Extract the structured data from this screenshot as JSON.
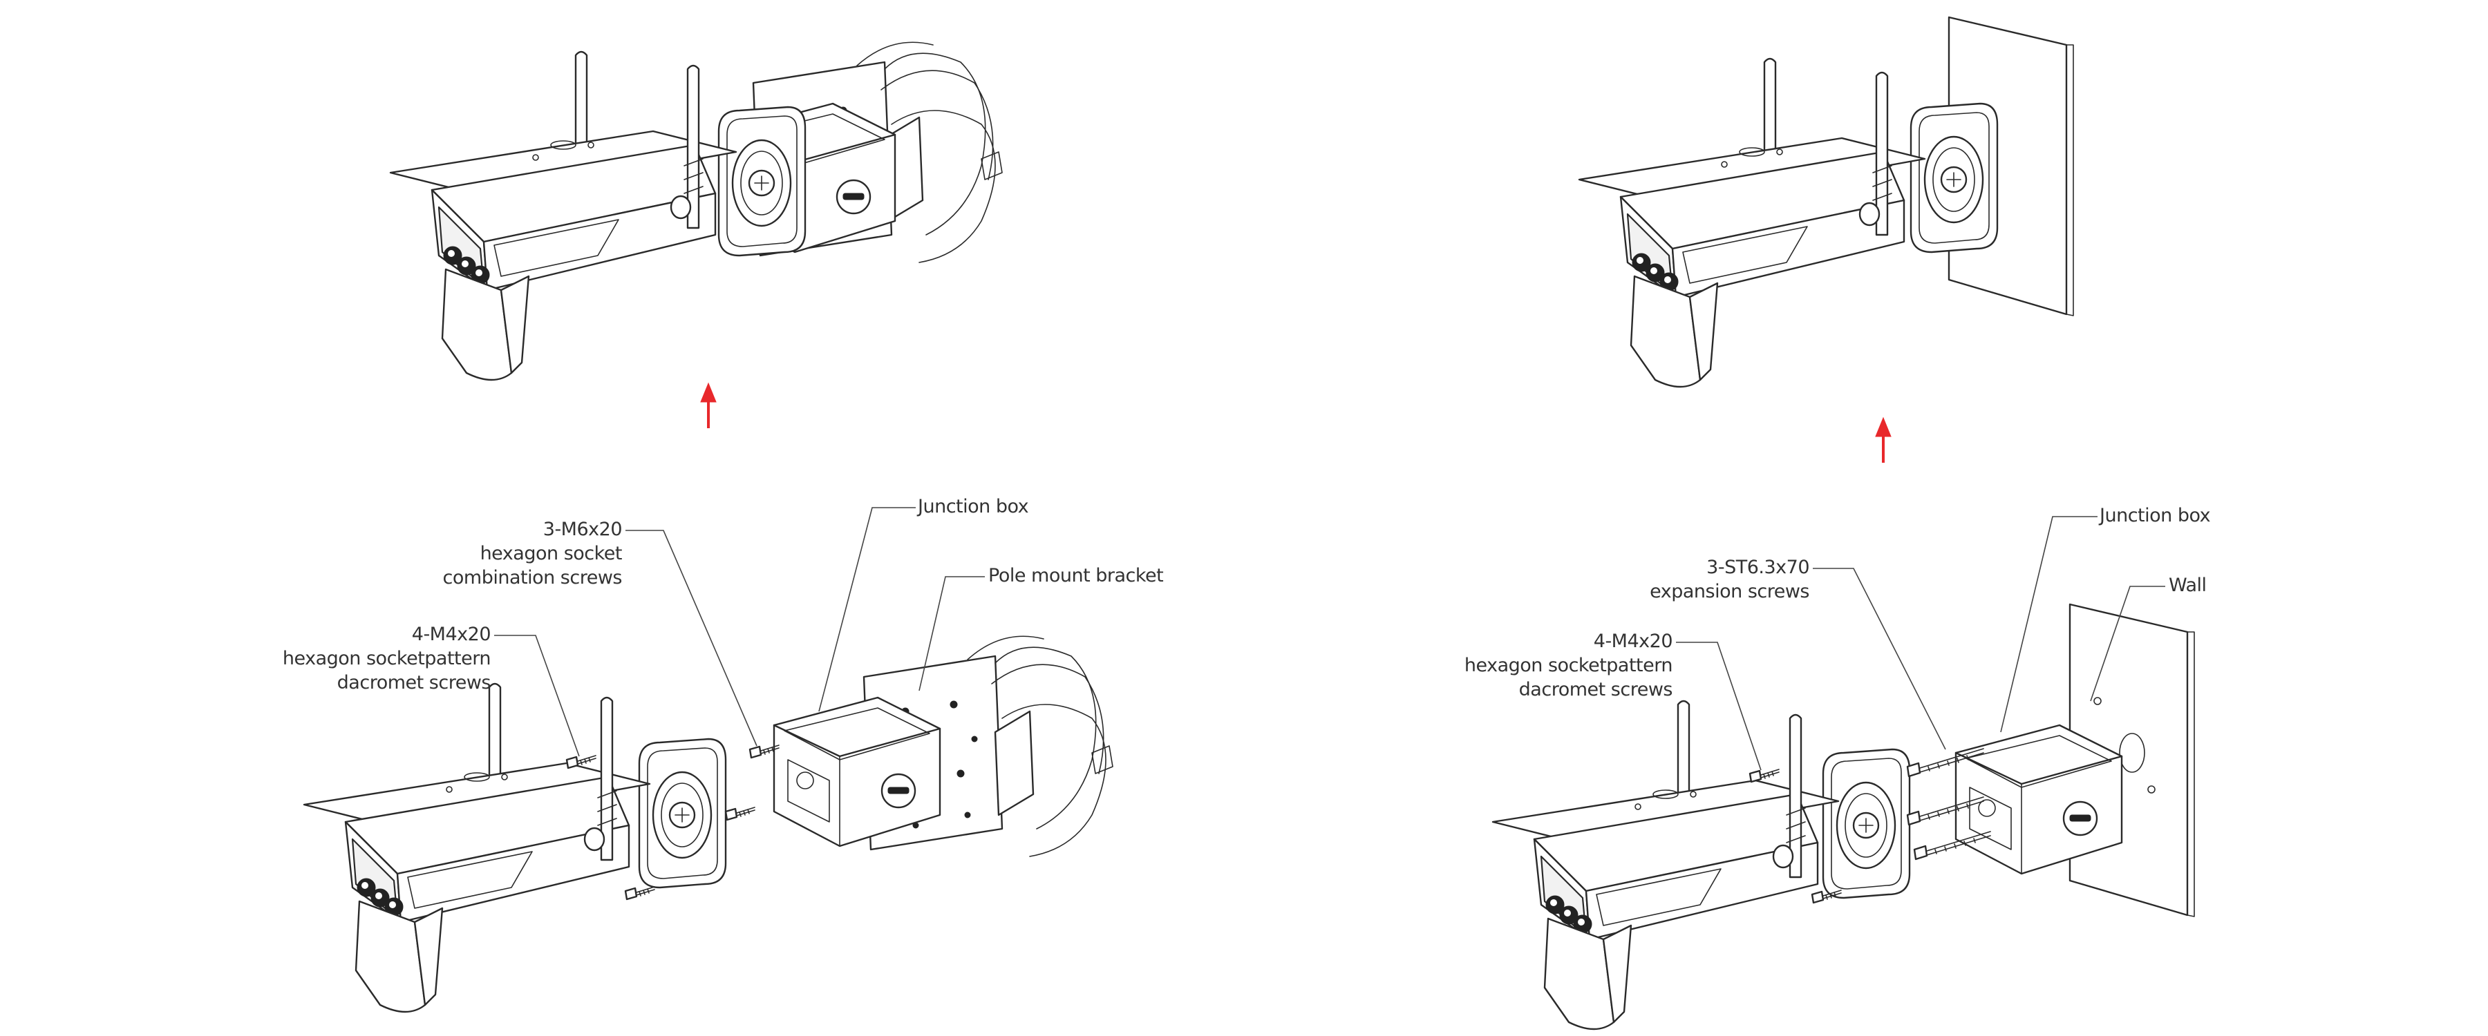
{
  "left_panel": {
    "labels": {
      "screws_m6": [
        "3-M6x20",
        "hexagon socket",
        "combination screws"
      ],
      "screws_m4": [
        "4-M4x20",
        "hexagon socketpattern",
        "dacromet screws"
      ],
      "junction_box": "Junction box",
      "pole_bracket": "Pole mount bracket"
    }
  },
  "right_panel": {
    "labels": {
      "junction_box": "Junction box",
      "screws_st": [
        "3-ST6.3x70",
        "expansion screws"
      ],
      "wall": "Wall",
      "screws_m4": [
        "4-M4x20",
        "hexagon socketpattern",
        "dacromet screws"
      ]
    }
  },
  "colors": {
    "arrow": "#e8282b",
    "line": "#2a2a2a",
    "text": "#333333"
  }
}
